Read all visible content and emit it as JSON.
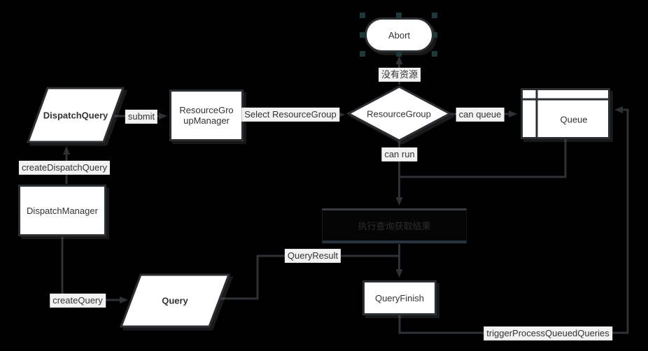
{
  "colors": {
    "background": "#000000",
    "node_fill": "#ffffff",
    "node_border": "#2b2f31",
    "edge": "#2e3234",
    "edge_label_bg": "#f2f2f2",
    "text": "#333333",
    "obscured_node_fill": "#050505",
    "obscured_node_text": "#2c2c2c"
  },
  "nodes": {
    "abort": {
      "label": "Abort",
      "shape": "terminator"
    },
    "dispatch_query": {
      "label": "DispatchQuery",
      "shape": "parallelogram"
    },
    "resource_group_manager": {
      "label": "ResourceGro\nupManager",
      "shape": "process"
    },
    "resource_group": {
      "label": "ResourceGroup",
      "shape": "decision"
    },
    "queue": {
      "label": "Queue",
      "shape": "internal-storage"
    },
    "dispatch_manager": {
      "label": "DispatchManager",
      "shape": "process"
    },
    "query": {
      "label": "Query",
      "shape": "parallelogram"
    },
    "query_finish": {
      "label": "QueryFinish",
      "shape": "process"
    },
    "obscured": {
      "label": "执行查询获取结果",
      "shape": "process"
    }
  },
  "edge_labels": {
    "no_resource": "没有资源",
    "submit": "submit",
    "select_resource_group": "Select ResourceGroup",
    "can_queue": "can queue",
    "can_run": "can run",
    "create_dispatch_query": "createDispatchQuery",
    "create_query": "createQuery",
    "query_result": "QueryResult",
    "trigger": "triggerProcessQueuedQueries"
  }
}
